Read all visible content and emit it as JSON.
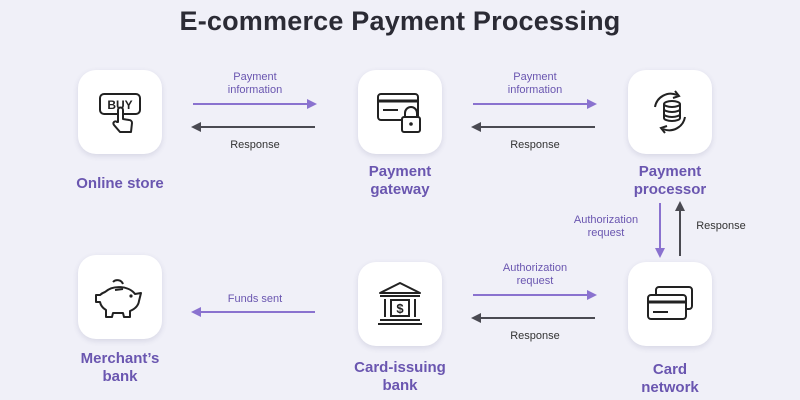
{
  "title": "E-commerce Payment Processing",
  "colors": {
    "background": "#f0f0f8",
    "accent_purple": "#8a72cf",
    "arrow_gray": "#4a4a52",
    "label_purple": "#6a56b0"
  },
  "nodes": {
    "online_store": {
      "label": [
        "Online store"
      ],
      "icon": "buy-button-icon"
    },
    "payment_gateway": {
      "label": [
        "Payment",
        "gateway"
      ],
      "icon": "card-lock-icon"
    },
    "payment_processor": {
      "label": [
        "Payment",
        "processor"
      ],
      "icon": "coins-cycle-icon"
    },
    "card_network": {
      "label": [
        "Card",
        "network"
      ],
      "icon": "cards-icon"
    },
    "card_issuing_bank": {
      "label": [
        "Card-issuing",
        "bank"
      ],
      "icon": "bank-dollar-icon"
    },
    "merchants_bank": {
      "label": [
        "Merchant’s",
        "bank"
      ],
      "icon": "piggy-bank-icon"
    }
  },
  "edges": {
    "store_to_gateway": [
      "Payment",
      "information"
    ],
    "gateway_to_store": [
      "Response"
    ],
    "gateway_to_processor": [
      "Payment",
      "information"
    ],
    "processor_to_gateway": [
      "Response"
    ],
    "processor_to_network": [
      "Authorization",
      "request"
    ],
    "network_to_processor": [
      "Response"
    ],
    "issuer_to_network": [
      "Authorization",
      "request"
    ],
    "network_to_issuer": [
      "Response"
    ],
    "issuer_to_merchant": [
      "Funds sent"
    ]
  }
}
